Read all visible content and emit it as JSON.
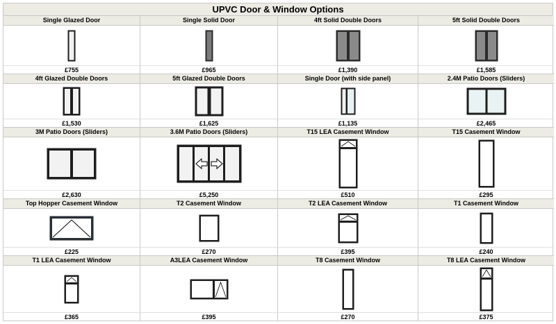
{
  "title": "UPVC Door & Window Options",
  "products": [
    {
      "name": "Single Glazed Door",
      "price": "£755",
      "icon": "single-glazed-door-icon"
    },
    {
      "name": "Single Solid Door",
      "price": "£965",
      "icon": "single-solid-door-icon"
    },
    {
      "name": "4ft Solid Double Doors",
      "price": "£1,390",
      "icon": "solid-double-doors-icon"
    },
    {
      "name": "5ft Solid Double Doors",
      "price": "£1,585",
      "icon": "solid-double-doors-icon"
    },
    {
      "name": "4ft Glazed Double Doors",
      "price": "£1,530",
      "icon": "glazed-double-doors-icon"
    },
    {
      "name": "5ft Glazed Double Doors",
      "price": "£1,625",
      "icon": "glazed-double-doors-icon"
    },
    {
      "name": "Single Door (with side panel)",
      "price": "£1,135",
      "icon": "door-with-side-panel-icon"
    },
    {
      "name": "2.4M Patio Doors (Sliders)",
      "price": "£2,465",
      "icon": "patio-doors-icon"
    },
    {
      "name": "3M Patio Doors (Sliders)",
      "price": "£2,630",
      "icon": "patio-doors-icon"
    },
    {
      "name": "3.6M Patio Doors (Sliders)",
      "price": "£5,250",
      "icon": "sliding-patio-doors-arrows-icon"
    },
    {
      "name": "T15 LEA Casement Window",
      "price": "£510",
      "icon": "tall-casement-window-top-vent-icon"
    },
    {
      "name": "T15 Casement Window",
      "price": "£295",
      "icon": "tall-casement-window-icon"
    },
    {
      "name": "Top Hopper Casement Window",
      "price": "£225",
      "icon": "top-hopper-window-icon"
    },
    {
      "name": "T2 Casement Window",
      "price": "£270",
      "icon": "casement-window-icon"
    },
    {
      "name": "T2 LEA Casement Window",
      "price": "£395",
      "icon": "casement-window-top-vent-icon"
    },
    {
      "name": "T1 Casement Window",
      "price": "£240",
      "icon": "narrow-casement-window-icon"
    },
    {
      "name": "T1 LEA Casement Window",
      "price": "£365",
      "icon": "small-casement-window-top-vent-icon"
    },
    {
      "name": "A3LEA Casement Window",
      "price": "£395",
      "icon": "wide-casement-window-side-vent-icon"
    },
    {
      "name": "T8 Casement Window",
      "price": "£270",
      "icon": "narrow-casement-window-icon"
    },
    {
      "name": "T8 LEA Casement Window",
      "price": "£375",
      "icon": "narrow-casement-window-top-vent-icon"
    }
  ]
}
